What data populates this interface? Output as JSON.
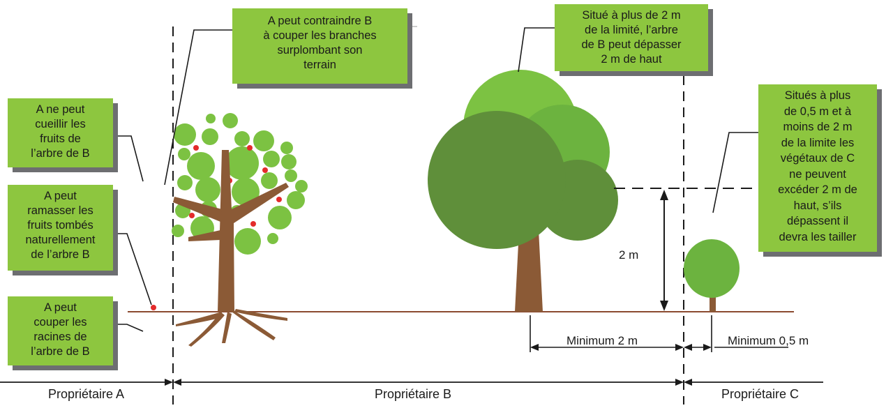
{
  "boxes": {
    "cueillir": "A ne peut\ncueillir les\nfruits de\nl’arbre de B",
    "ramasser": "A peut\nramasser les\nfruits tombés\nnaturellement\nde l’arbre B",
    "racines": "A peut\ncouper les\nracines de\nl’arbre de B",
    "contraindre": "A peut contraindre B\nà couper les branches\nsurplombant son\nterrain",
    "situe_2m": "Situé à plus de 2 m\nde la limité, l’arbre\nde B peut dépasser\n2 m de haut",
    "situes_05": "Situés à plus\nde 0,5 m et à\nmoins de 2 m\nde la limite les\nvégétaux de C\nne peuvent\nexcéder 2 m de\nhaut, s’ils\ndépassent il\ndevra les tailler"
  },
  "measures": {
    "height": "2 m",
    "min_2m": "Minimum 2 m",
    "min_05m": "Minimum 0,5 m"
  },
  "owners": {
    "a": "Propriétaire A",
    "b": "Propriétaire B",
    "c": "Propriétaire C"
  },
  "colors": {
    "box_green": "#8dc63f",
    "box_shadow": "#6d6e71",
    "leaf_light": "#7cc242",
    "leaf_dark": "#5f8f3a",
    "trunk": "#8b5a36",
    "fruit": "#e32b2b",
    "ground": "#8b4a2f"
  }
}
